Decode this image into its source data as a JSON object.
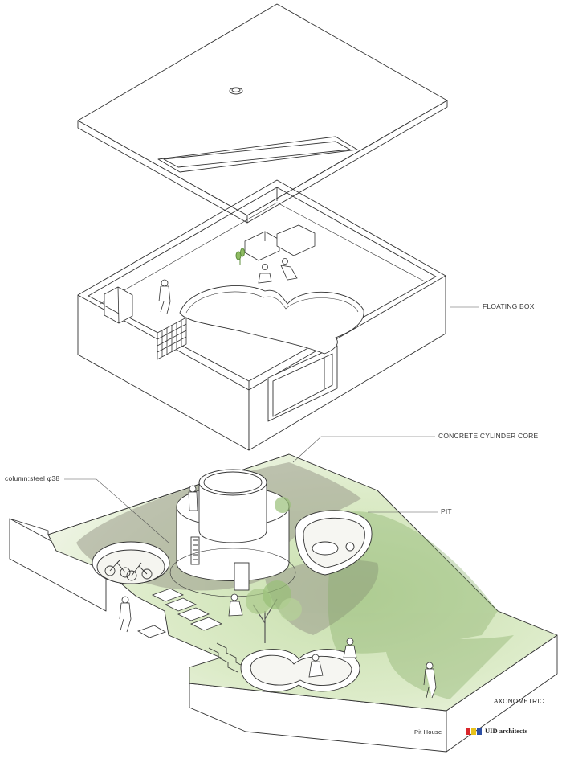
{
  "labels": {
    "floating_box": "FLOATING BOX",
    "cylinder_core": "CONCRETE CYLINDER CORE",
    "column": "column:steel φ38",
    "pit": "PIT",
    "axonometric": "AXONOMETRIC",
    "title": "Pit House",
    "brand": "UID architects"
  },
  "colors": {
    "line": "#333333",
    "grass_light": "#e3eed2",
    "grass_mid": "#b9d49a",
    "grass_dark": "#7fa85f",
    "gravel": "#9a9a8c",
    "brand_red": "#d9262b",
    "brand_yellow": "#e8c21b",
    "brand_blue": "#2d4fa3"
  }
}
